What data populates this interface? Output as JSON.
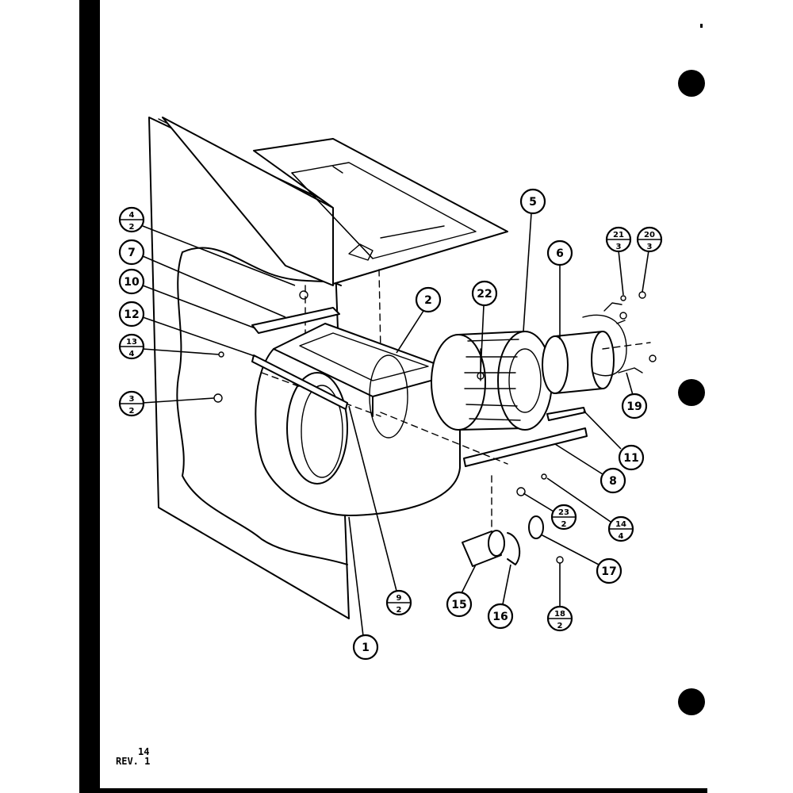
{
  "footer": {
    "page": "14",
    "revision": "REV. 1"
  },
  "callouts": {
    "c1": "1",
    "c2": "2",
    "c5": "5",
    "c6": "6",
    "c7": "7",
    "c8": "8",
    "c10": "10",
    "c11": "11",
    "c12": "12",
    "c15": "15",
    "c16": "16",
    "c17": "17",
    "c19": "19",
    "c22": "22",
    "f_4_2": {
      "top": "4",
      "bottom": "2"
    },
    "f_13_4": {
      "top": "13",
      "bottom": "4"
    },
    "f_3_2": {
      "top": "3",
      "bottom": "2"
    },
    "f_9_2": {
      "top": "9",
      "bottom": "2"
    },
    "f_21_3": {
      "top": "21",
      "bottom": "3"
    },
    "f_20_3": {
      "top": "20",
      "bottom": "3"
    },
    "f_23_2": {
      "top": "23",
      "bottom": "2"
    },
    "f_14_4": {
      "top": "14",
      "bottom": "4"
    },
    "f_18_2": {
      "top": "18",
      "bottom": "2"
    }
  },
  "colors": {
    "ink": "#000000",
    "paper": "#ffffff"
  }
}
